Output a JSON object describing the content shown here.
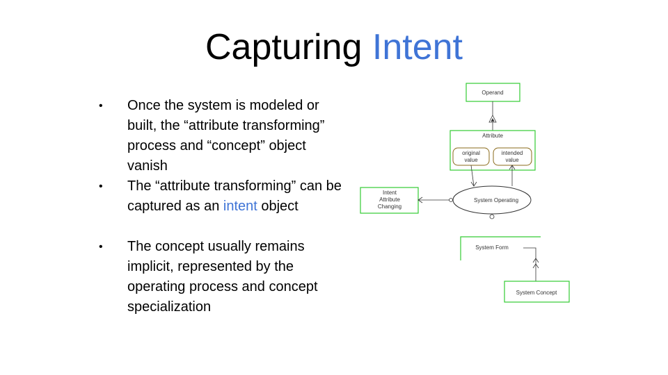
{
  "title": {
    "part1": "Capturing ",
    "part2": "Intent",
    "accent_color": "#3f74d6"
  },
  "bullets": [
    {
      "text": "Once the system is modeled or built, the “attribute transforming” process and “concept” object vanish",
      "accent": "",
      "after": ""
    },
    {
      "text": "The “attribute transforming” can be captured as an ",
      "accent": "intent",
      "after": " object"
    },
    {
      "text": "The concept usually remains implicit, represented by the operating process and concept specialization",
      "accent": "",
      "after": ""
    }
  ],
  "bullet_glyph": "•",
  "diagram": {
    "operand": "Operand",
    "attribute": "Attribute",
    "original_value": [
      "original",
      "value"
    ],
    "intended_value": [
      "intended",
      "value"
    ],
    "intent_box": [
      "Intent",
      "Attribute",
      "Changing"
    ],
    "system_operating": "System Operating",
    "system_form": "System Form",
    "system_concept": "System Concept",
    "box_color": "#33cc33"
  }
}
